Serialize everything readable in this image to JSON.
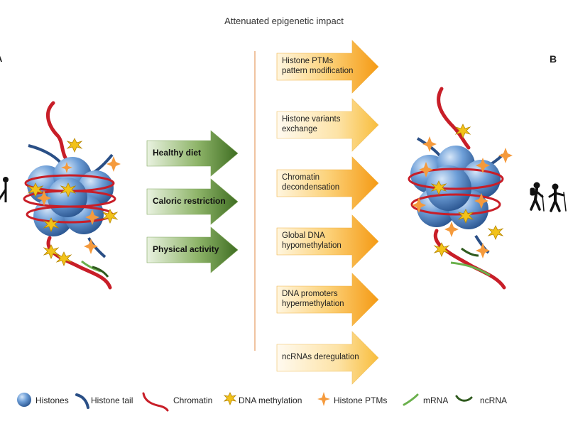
{
  "title": "Attenuated epigenetic impact",
  "panels": {
    "a": "A",
    "b": "B"
  },
  "interventions": [
    {
      "label": "Healthy diet"
    },
    {
      "label": "Caloric restriction"
    },
    {
      "label": "Physical activity"
    }
  ],
  "effects": [
    {
      "line1": "Histone PTMs",
      "line2": "pattern modification"
    },
    {
      "line1": "Histone variants",
      "line2": "exchange"
    },
    {
      "line1": "Chromatin",
      "line2": "decondensation"
    },
    {
      "line1": "Global DNA",
      "line2": "hypomethylation"
    },
    {
      "line1": "DNA promoters",
      "line2": "hypermethylation"
    },
    {
      "line1": "ncRNAs deregulation",
      "line2": ""
    }
  ],
  "legend": [
    {
      "icon": "histone-sphere-icon",
      "label": "Histones"
    },
    {
      "icon": "histone-tail-icon",
      "label": "Histone tail"
    },
    {
      "icon": "chromatin-strand-icon",
      "label": "Chromatin"
    },
    {
      "icon": "dna-methylation-star-icon",
      "label": "DNA methylation"
    },
    {
      "icon": "histone-ptm-spark-icon",
      "label": "Histone PTMs"
    },
    {
      "icon": "mrna-line-icon",
      "label": "mRNA"
    },
    {
      "icon": "ncrna-arc-icon",
      "label": "ncRNA"
    }
  ],
  "colors": {
    "green_arrow": "#4a7a2c",
    "orange_arrow": "#f5a21b",
    "histone_blue": "#5b8fd0",
    "chromatin_red": "#d0202a",
    "methylation_yellow": "#f2c21a",
    "ptm_orange": "#f59a3c",
    "mrna_green": "#6ab04c",
    "ncrna_dark_green": "#2f5a1e"
  }
}
